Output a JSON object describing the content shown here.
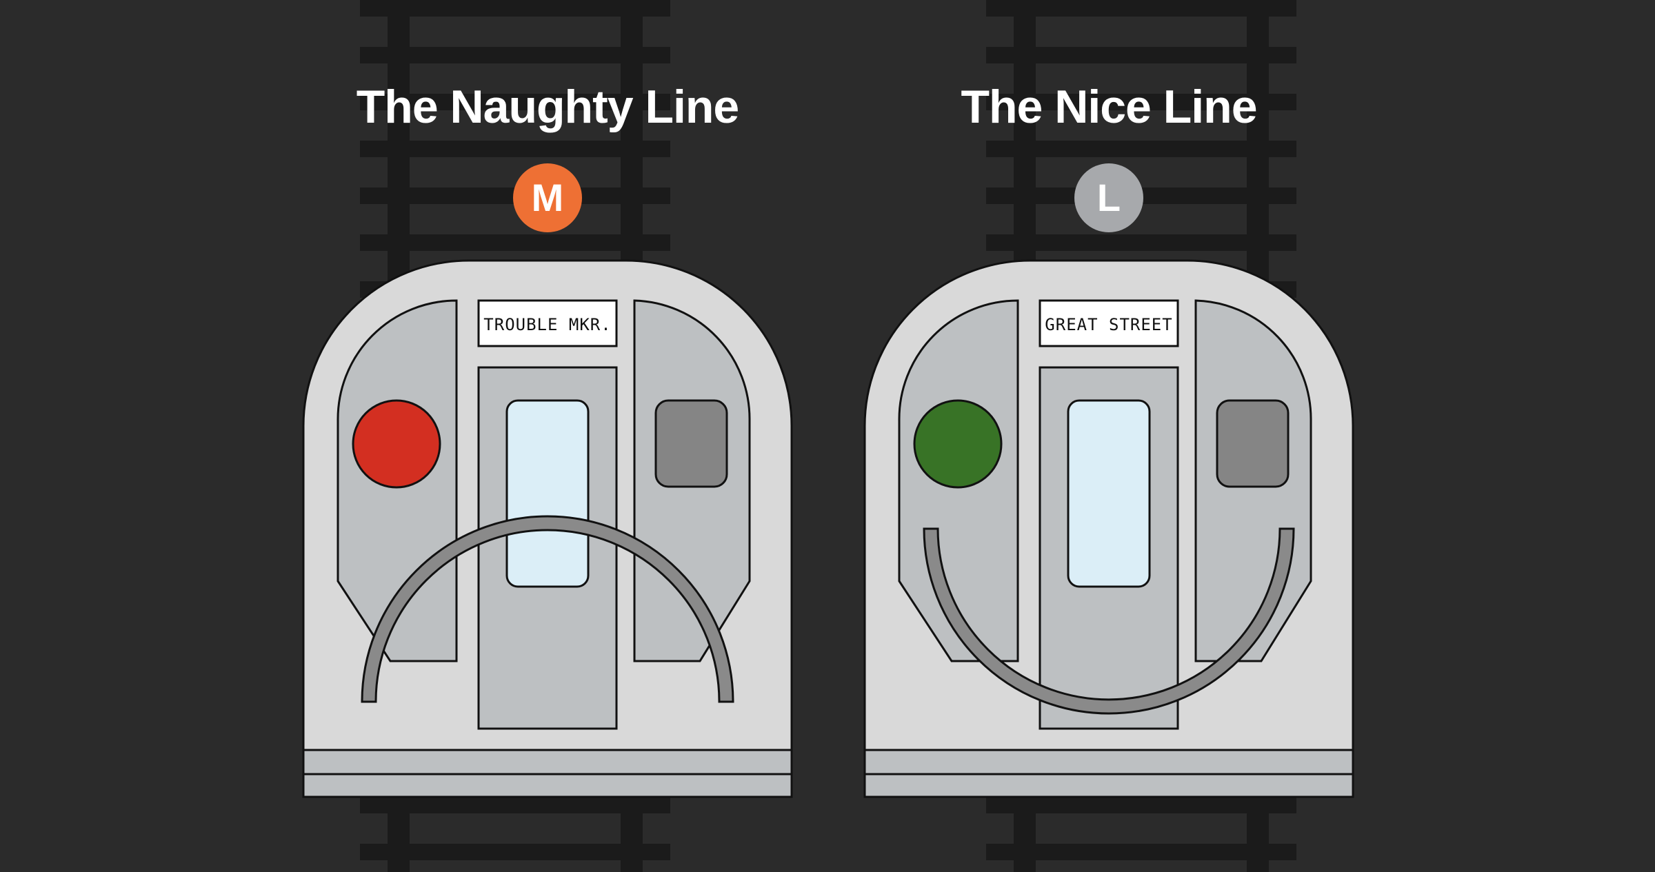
{
  "colors": {
    "background": "#2b2b2b",
    "rail_tie": "#1b1b1b",
    "train_body": "#d9d9d9",
    "panel": "#bdc0c2",
    "window": "#dbeef7",
    "outline": "#111111",
    "bumper": "#8a8a8a",
    "text_light": "#ffffff"
  },
  "trains": [
    {
      "title": "The Naughty Line",
      "badge_letter": "M",
      "badge_color": "#ee7034",
      "sign_text": "TROUBLE MKR.",
      "left_light_color": "#d32f21",
      "expression": "frown"
    },
    {
      "title": "The Nice Line",
      "badge_letter": "L",
      "badge_color": "#a7a9ac",
      "sign_text": "GREAT STREET",
      "left_light_color": "#387326",
      "expression": "smile"
    }
  ]
}
